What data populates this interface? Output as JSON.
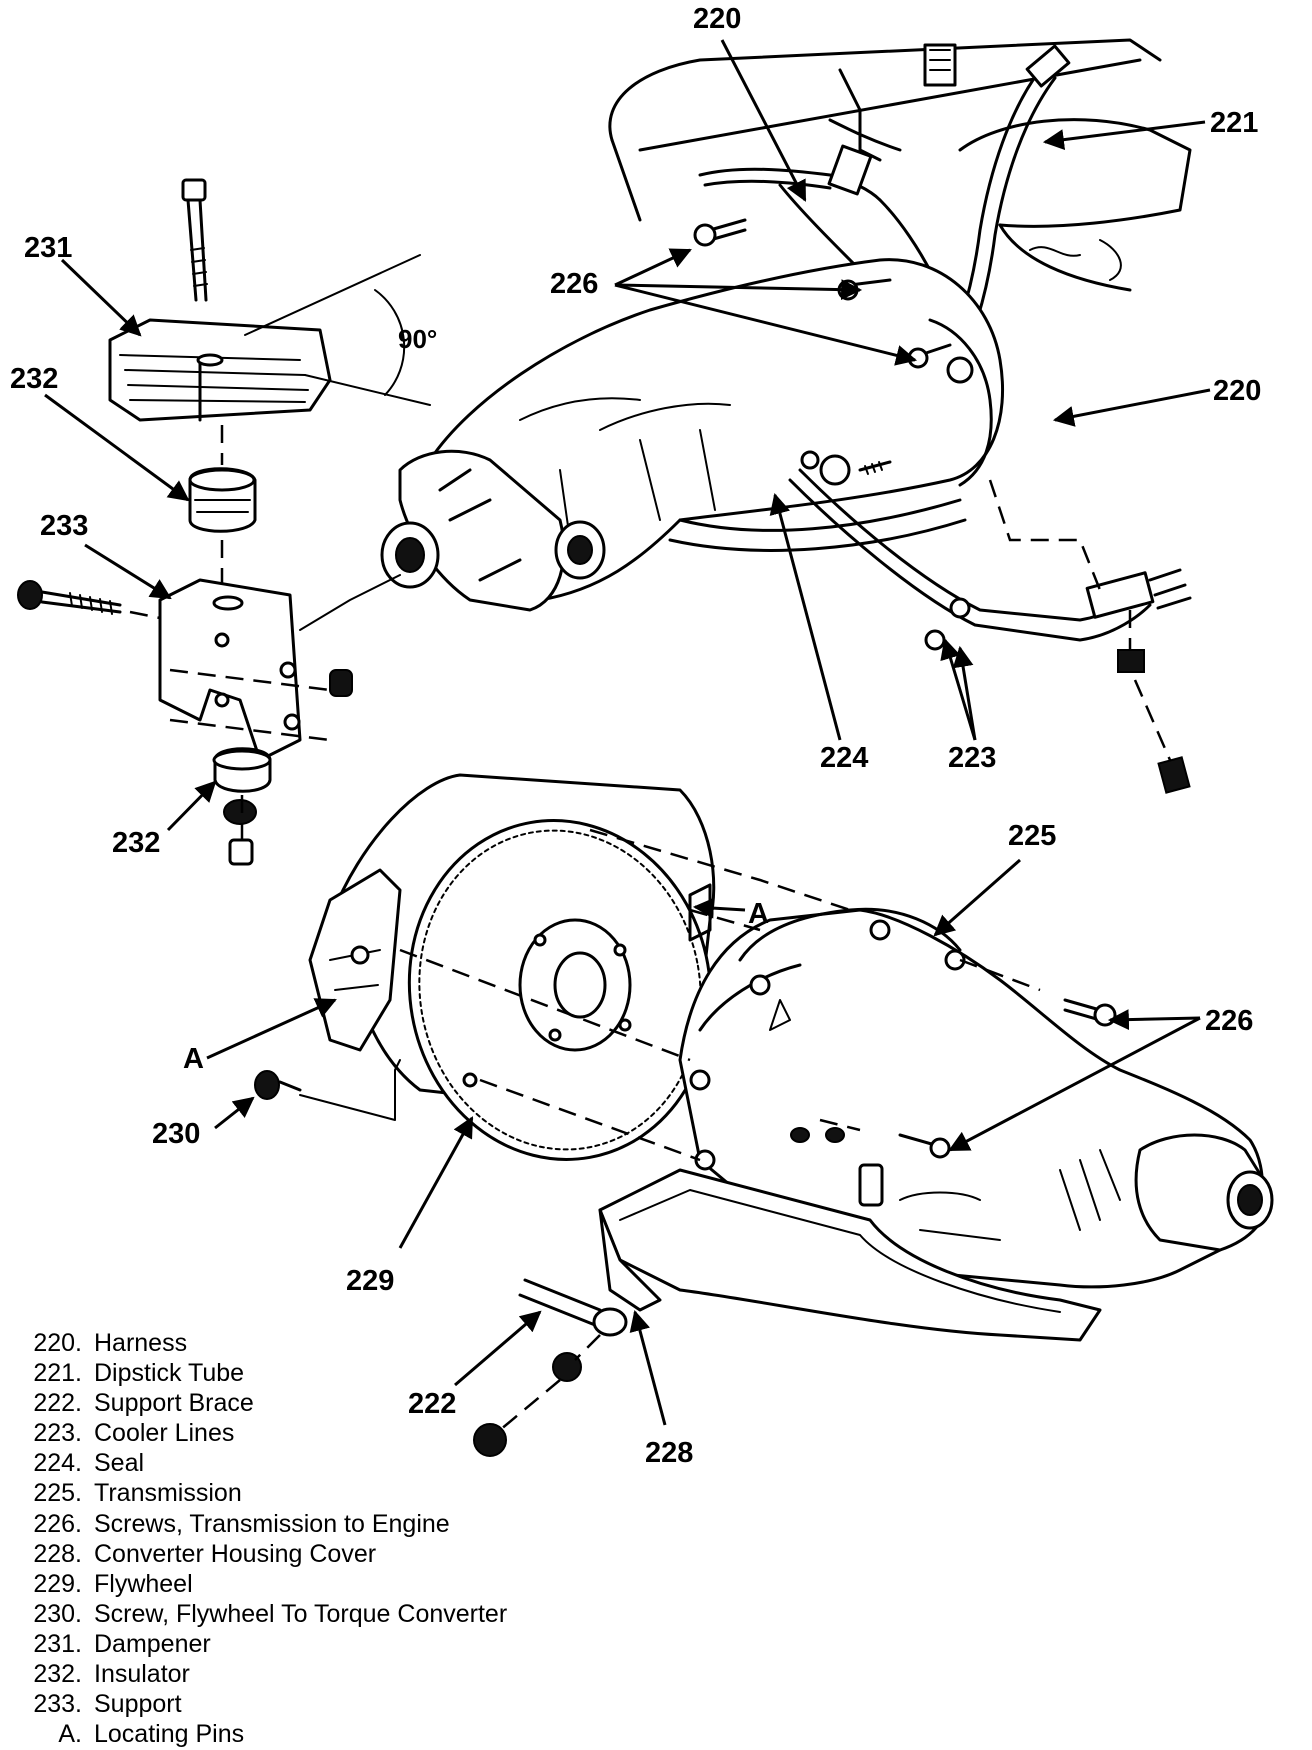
{
  "callouts": {
    "c220_top": "220",
    "c221": "221",
    "c231": "231",
    "c226_top": "226",
    "c90": "90°",
    "c232_top": "232",
    "c220_right": "220",
    "c233": "233",
    "c224": "224",
    "c223": "223",
    "c232_bottom": "232",
    "c225": "225",
    "cA_right": "A",
    "c226_bottom": "226",
    "cA_left": "A",
    "c230": "230",
    "c229": "229",
    "c222": "222",
    "c228": "228"
  },
  "legend": [
    {
      "num": "220.",
      "text": "Harness"
    },
    {
      "num": "221.",
      "text": "Dipstick Tube"
    },
    {
      "num": "222.",
      "text": "Support Brace"
    },
    {
      "num": "223.",
      "text": "Cooler Lines"
    },
    {
      "num": "224.",
      "text": "Seal"
    },
    {
      "num": "225.",
      "text": "Transmission"
    },
    {
      "num": "226.",
      "text": "Screws, Transmission to Engine"
    },
    {
      "num": "228.",
      "text": "Converter Housing Cover"
    },
    {
      "num": "229.",
      "text": "Flywheel"
    },
    {
      "num": "230.",
      "text": "Screw, Flywheel To Torque Converter"
    },
    {
      "num": "231.",
      "text": "Dampener"
    },
    {
      "num": "232.",
      "text": "Insulator"
    },
    {
      "num": "233.",
      "text": "Support"
    },
    {
      "num": "A.",
      "text": "Locating Pins"
    }
  ]
}
